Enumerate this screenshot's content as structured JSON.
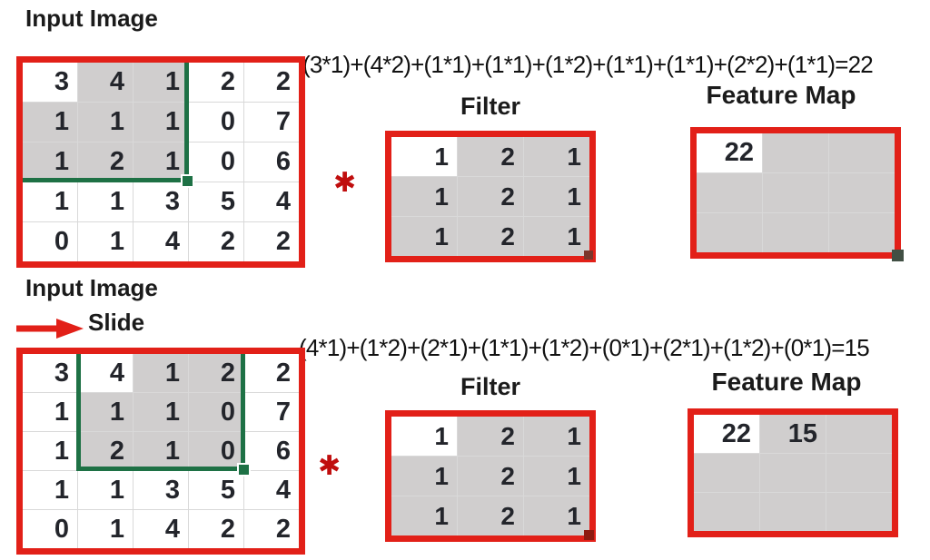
{
  "top": {
    "section_label": "Input Image",
    "formula": "(3*1)+(4*2)+(1*1)+(1*1)+(1*2)+(1*1)+(1*1)+(2*2)+(1*1)=22",
    "filter_label": "Filter",
    "feature_map_label": "Feature Map",
    "input_grid": [
      [
        "3",
        "4",
        "1",
        "2",
        "2"
      ],
      [
        "1",
        "1",
        "1",
        "0",
        "7"
      ],
      [
        "1",
        "2",
        "1",
        "0",
        "6"
      ],
      [
        "1",
        "1",
        "3",
        "5",
        "4"
      ],
      [
        "0",
        "1",
        "4",
        "2",
        "2"
      ]
    ],
    "filter_grid": [
      [
        "1",
        "2",
        "1"
      ],
      [
        "1",
        "2",
        "1"
      ],
      [
        "1",
        "2",
        "1"
      ]
    ],
    "feature_map_grid": [
      [
        "22",
        "",
        ""
      ],
      [
        "",
        "",
        ""
      ],
      [
        "",
        "",
        ""
      ]
    ]
  },
  "bottom": {
    "section_label": "Input Image",
    "slide_label": "Slide",
    "formula": "(4*1)+(1*2)+(2*1)+(1*1)+(1*2)+(0*1)+(2*1)+(1*2)+(0*1)=15",
    "filter_label": "Filter",
    "feature_map_label": "Feature Map",
    "input_grid": [
      [
        "3",
        "4",
        "1",
        "2",
        "2"
      ],
      [
        "1",
        "1",
        "1",
        "0",
        "7"
      ],
      [
        "1",
        "2",
        "1",
        "0",
        "6"
      ],
      [
        "1",
        "1",
        "3",
        "5",
        "4"
      ],
      [
        "0",
        "1",
        "4",
        "2",
        "2"
      ]
    ],
    "filter_grid": [
      [
        "1",
        "2",
        "1"
      ],
      [
        "1",
        "2",
        "1"
      ],
      [
        "1",
        "2",
        "1"
      ]
    ],
    "feature_map_grid": [
      [
        "22",
        "15",
        ""
      ],
      [
        "",
        "",
        ""
      ],
      [
        "",
        "",
        ""
      ]
    ]
  },
  "operator": {
    "symbol": "✱"
  },
  "shading": {
    "input1": [
      "0,1",
      "0,2",
      "1,0",
      "1,1",
      "1,2",
      "2,0",
      "2,1",
      "2,2"
    ],
    "input2": [
      "0,2",
      "0,3",
      "1,1",
      "1,2",
      "1,3",
      "2,1",
      "2,2",
      "2,3"
    ],
    "filter1": [
      "0,1",
      "0,2",
      "1,0",
      "1,1",
      "1,2",
      "2,0",
      "2,1",
      "2,2"
    ],
    "filter2": [
      "0,1",
      "0,2",
      "1,0",
      "1,1",
      "1,2",
      "2,0",
      "2,1",
      "2,2"
    ],
    "fm1": [
      "0,1",
      "0,2",
      "1,0",
      "1,1",
      "1,2",
      "2,0",
      "2,1",
      "2,2"
    ],
    "fm2": [
      "0,1",
      "0,2",
      "1,0",
      "1,1",
      "1,2",
      "2,0",
      "2,1",
      "2,2"
    ]
  },
  "colors": {
    "border_red": "#e22018",
    "asterisk_red": "#c00d0d",
    "cell_gray": "#d0cece",
    "selection_green": "#1e7145"
  }
}
